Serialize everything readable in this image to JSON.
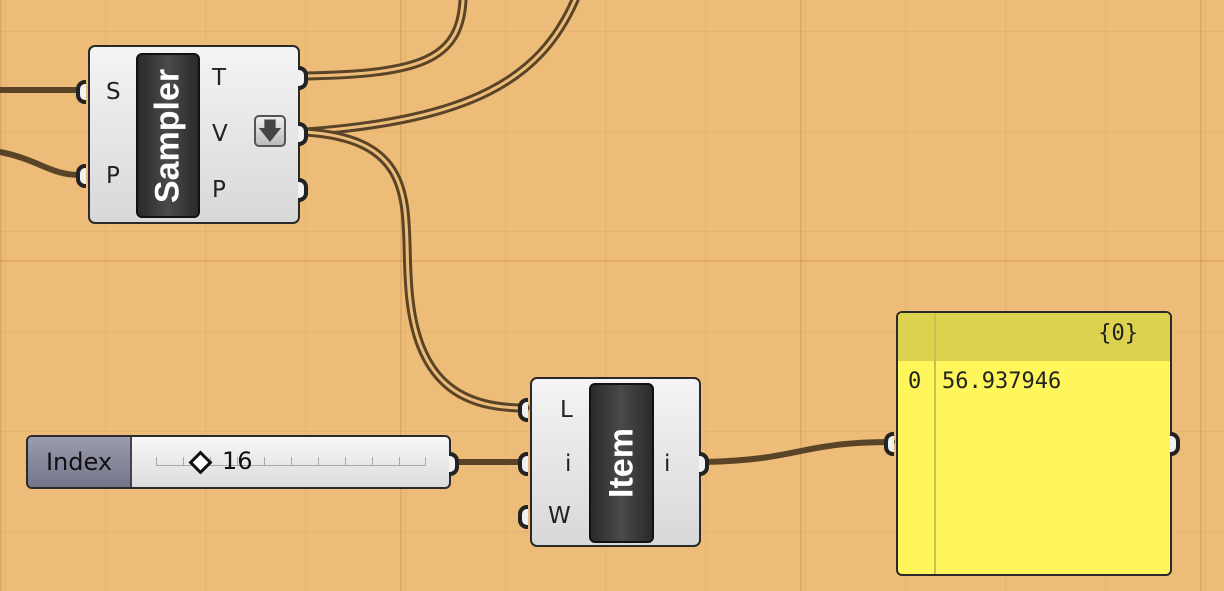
{
  "sampler": {
    "name": "Sampler",
    "inputs": [
      "S",
      "P"
    ],
    "outputs": [
      "T",
      "V",
      "P"
    ],
    "button_icon": "arrow-down-icon"
  },
  "item": {
    "name": "Item",
    "inputs": [
      "L",
      "i",
      "W"
    ],
    "outputs": [
      "i"
    ]
  },
  "slider": {
    "label": "Index",
    "value": "16"
  },
  "panel": {
    "path": "{0}",
    "index": "0",
    "value": "56.937946"
  },
  "colors": {
    "canvas": "#ecbc78",
    "wire": "#6b5231",
    "panel": "#fff65b",
    "panel_header": "#dcd24e"
  }
}
